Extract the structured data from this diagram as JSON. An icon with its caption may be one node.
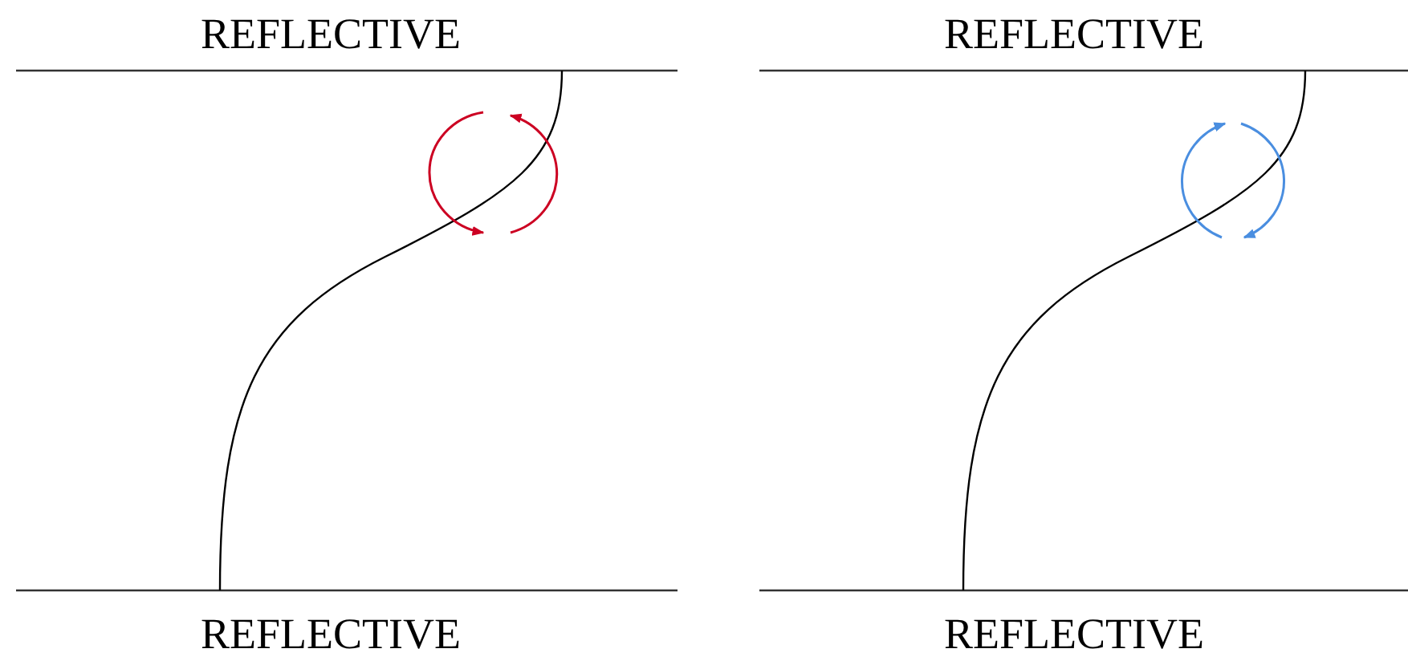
{
  "diagram": {
    "labels": [
      "REFLECTIVE",
      "REFLECTIVE",
      "REFLECTIVE",
      "REFLECTIVE"
    ]
  }
}
